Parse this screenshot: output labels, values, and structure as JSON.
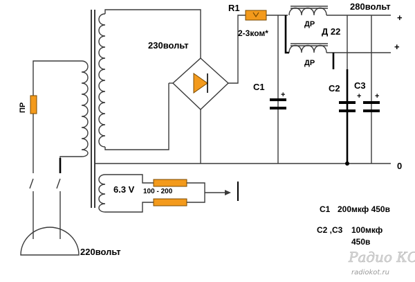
{
  "labels": {
    "r1": "R1",
    "r1_value": "2-3ком*",
    "v230": "230вольт",
    "v280": "280вольт",
    "dr_top": "ДР",
    "dr_bottom": "ДР",
    "d22": "Д 22",
    "c1": "C1",
    "c2": "C2",
    "c3": "C3",
    "zero": "0",
    "plus_top": "+",
    "plus_mid": "+",
    "fuse": "ПР",
    "v63": "6.3 V",
    "r100_200": "100 - 200",
    "v220": "220вольт"
  },
  "legend": {
    "c1_name": "C1",
    "c1_value": "200мкф 450в",
    "c23_name": "C2 ,C3",
    "c23_value_line1": "100мкф",
    "c23_value_line2": "450в"
  },
  "watermark": {
    "logo": "Радио КОТ",
    "site": "radiokot.ru"
  },
  "colors": {
    "resistor": "#f39a1c",
    "diode": "#f39a1c",
    "wire": "#3a3a3a"
  }
}
